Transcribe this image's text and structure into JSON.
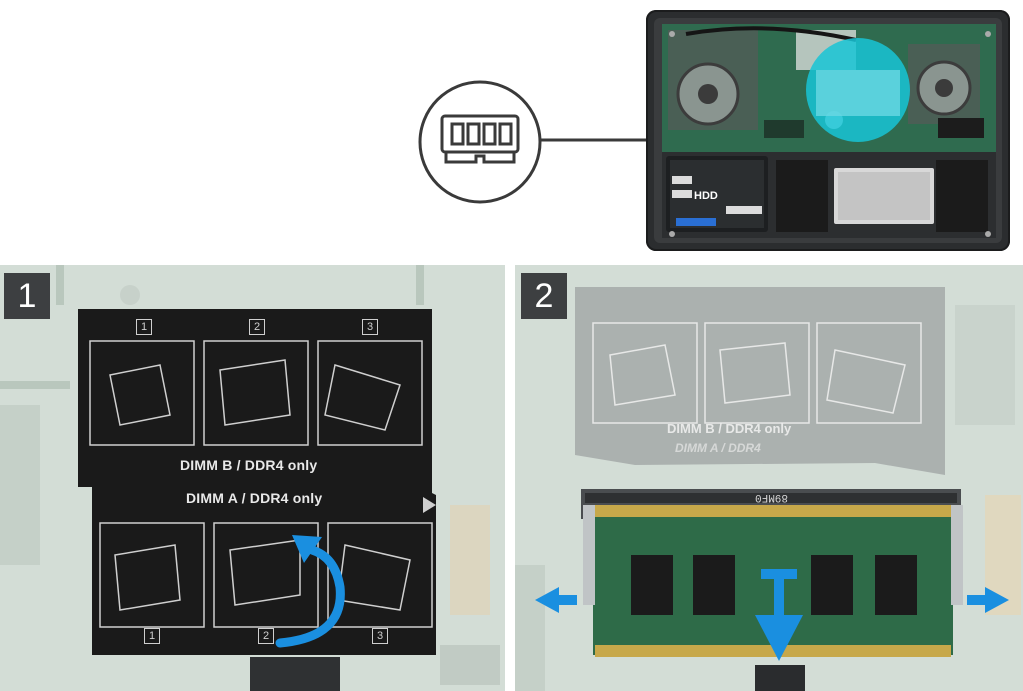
{
  "overview": {
    "hdd_label": "HDD",
    "colors": {
      "highlight": "#17c4d6",
      "board": "#2f6b4f",
      "chassis": "#2b2d2f"
    }
  },
  "steps": [
    {
      "number": "1"
    },
    {
      "number": "2"
    }
  ],
  "sticker": {
    "dimm_b_text": "DIMM B / DDR4 only",
    "dimm_a_text": "DIMM A / DDR4 only",
    "top_numbers": [
      "1",
      "2",
      "3"
    ],
    "bottom_numbers": [
      "1",
      "2",
      "3"
    ]
  },
  "sticker_faded": {
    "dimm_b_text": "DIMM B / DDR4 only",
    "dimm_a_text": "DIMM A / DDR4"
  },
  "module": {
    "code_text": "89MF0"
  },
  "arrows": {
    "color": "#1a8fe0"
  },
  "icons": [
    "memory-module-icon",
    "rotate-arrow-icon",
    "arrow-left-icon",
    "arrow-right-icon",
    "arrow-down-icon"
  ]
}
